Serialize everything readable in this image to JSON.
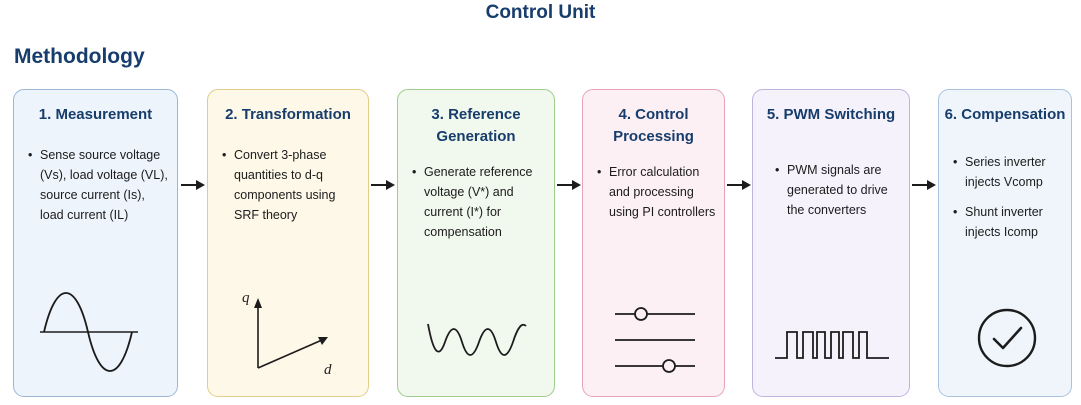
{
  "header": {
    "title": "Control Unit",
    "section": "Methodology"
  },
  "colors": {
    "heading": "#173d6d",
    "arrow": "#1c1c1c"
  },
  "steps": [
    {
      "title": "1. Measurement",
      "bullets": [
        "Sense source voltage (Vs), load voltage (VL), source current (Is), load current (IL)"
      ],
      "icon": "sine-wave-icon",
      "border": "#9ab7d6",
      "bg": "#eef4fb"
    },
    {
      "title": "2. Transformation",
      "bullets": [
        "Convert 3-phase quantities to d-q components using SRF theory"
      ],
      "icon": "dq-axes-icon",
      "axis_labels": {
        "q": "q",
        "d": "d"
      },
      "border": "#e3cd86",
      "bg": "#fdf8e8"
    },
    {
      "title_lines": [
        "3. Reference",
        "Generation"
      ],
      "bullets": [
        "Generate reference voltage (V*) and current (I*) for compensation"
      ],
      "icon": "reference-waveform-icon",
      "border": "#9fcc8f",
      "bg": "#f1f8ed"
    },
    {
      "title_lines": [
        "4. Control",
        "Processing"
      ],
      "bullets": [
        "Error calculation and processing using PI controllers"
      ],
      "icon": "slider-controls-icon",
      "border": "#e6a4bb",
      "bg": "#fcf0f4"
    },
    {
      "title": "5. PWM Switching",
      "bullets": [
        "PWM signals are generated to drive the converters"
      ],
      "icon": "pwm-pulse-icon",
      "border": "#c1b3e0",
      "bg": "#f5f2fc"
    },
    {
      "title": "6. Compensation",
      "bullets": [
        "Series inverter injects Vcomp",
        "Shunt inverter injects Icomp"
      ],
      "icon": "checkmark-circle-icon",
      "border": "#a8c3df",
      "bg": "#eff5fb"
    }
  ]
}
